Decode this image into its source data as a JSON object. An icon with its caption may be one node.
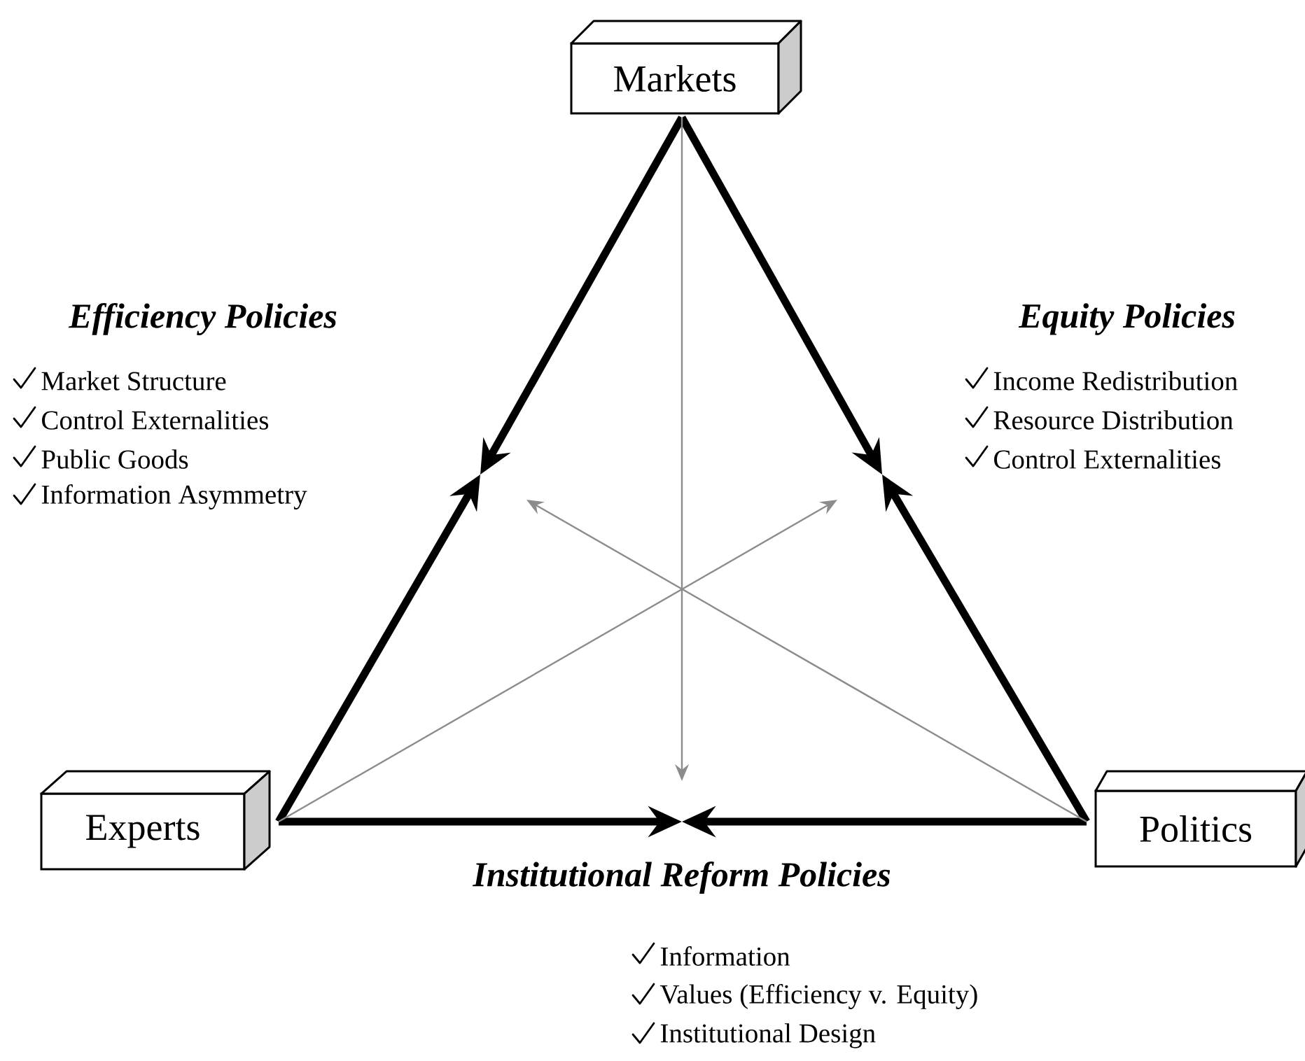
{
  "diagram": {
    "nodes": [
      {
        "text": [
          "Markets"
        ]
      },
      {
        "text": [
          "Experts"
        ]
      },
      {
        "text": [
          "Politics"
        ]
      }
    ],
    "edges": [
      {
        "from": 0,
        "to": null,
        "arrow": "to"
      },
      {
        "from": 1,
        "to": null,
        "arrow": "to"
      },
      {
        "from": 0,
        "to": null,
        "arrow": "to"
      },
      {
        "from": 2,
        "to": null,
        "arrow": "to"
      },
      {
        "from": 1,
        "to": null,
        "arrow": "to"
      },
      {
        "from": 2,
        "to": null,
        "arrow": "to"
      },
      {
        "from": 0,
        "to": null,
        "arrow": "to",
        "color": "#8c8c8c"
      },
      {
        "from": 1,
        "to": null,
        "arrow": "to",
        "color": "#8c8c8c"
      },
      {
        "from": 2,
        "to": null,
        "arrow": "to",
        "color": "#8c8c8c"
      }
    ],
    "labels": [
      "Efficiency Policies",
      "Market Structure",
      "Control Externalities",
      "Public Goods",
      "Information Asymmetry",
      "Equity Policies",
      "Income Redistribution",
      "Resource Distribution",
      "Control Externalities",
      "Institutional Reform Policies",
      "Information",
      "Values (Efficiency v. Equity)",
      "Institutional Design"
    ]
  }
}
